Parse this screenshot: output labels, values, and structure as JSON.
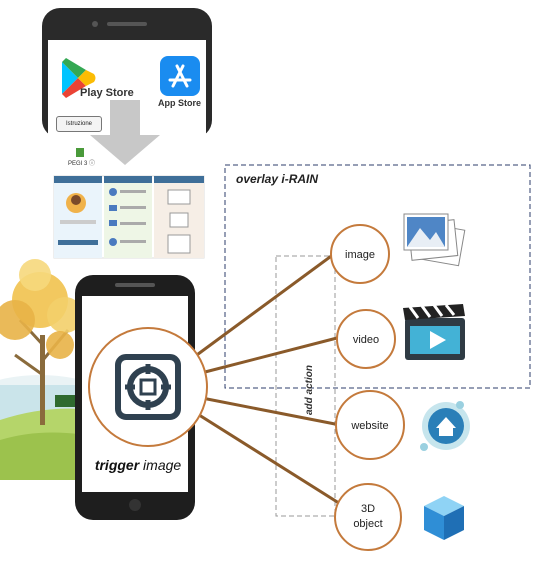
{
  "store": {
    "google_play_label": "Play Store",
    "app_store_label": "App Store",
    "instruction_button": "Istruzione",
    "pegi_label": "PEGI 3 ⓘ"
  },
  "overlay": {
    "title": "overlay i-RAIN",
    "side_label": "add action"
  },
  "trigger": {
    "label_bold": "trigger",
    "label_rest": " image"
  },
  "nodes": [
    {
      "label": "image"
    },
    {
      "label": "video"
    },
    {
      "label": "website"
    },
    {
      "label": "3D",
      "label2": "object"
    }
  ],
  "colors": {
    "node_border": "#c47a3c",
    "overlay_border": "#2c3e6b",
    "trigger_icon": "#2f4150"
  }
}
